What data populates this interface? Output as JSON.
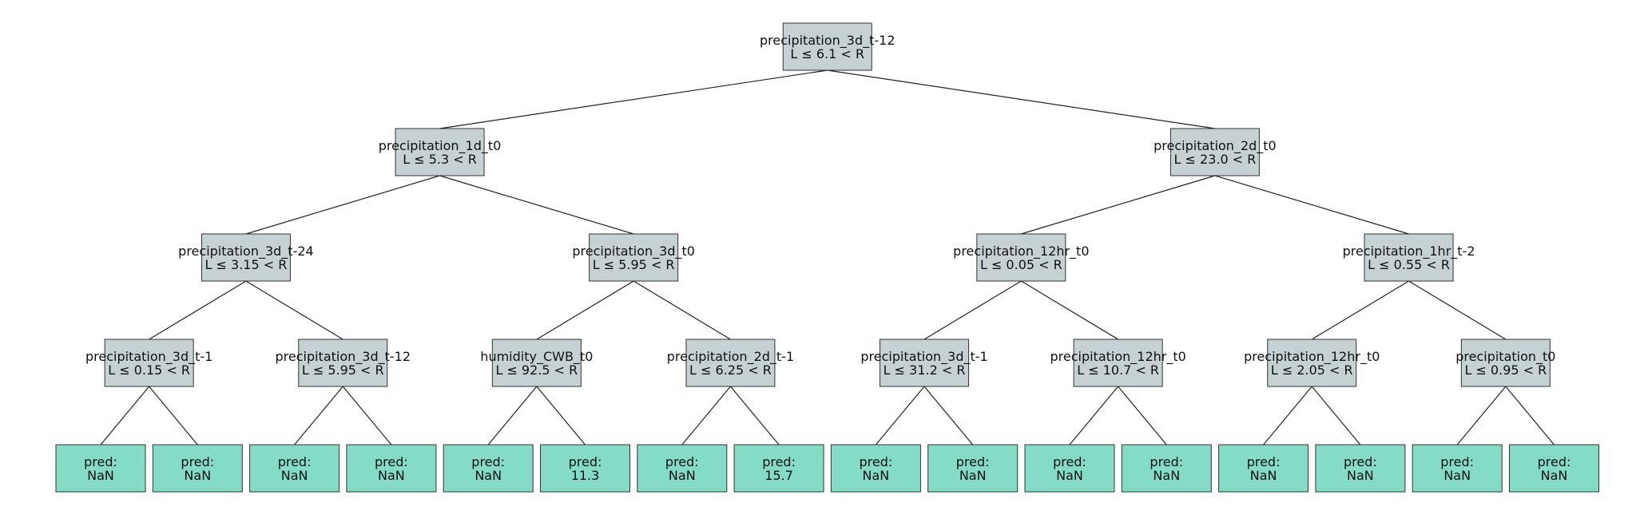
{
  "tree": {
    "nodes": [
      {
        "feature": "precipitation_3d_t-12",
        "rule": "L ≤ 6.1 < R"
      },
      {
        "feature": "precipitation_1d_t0",
        "rule": "L ≤ 5.3 < R"
      },
      {
        "feature": "precipitation_2d_t0",
        "rule": "L ≤ 23.0 < R"
      },
      {
        "feature": "precipitation_3d_t-24",
        "rule": "L ≤ 3.15 < R"
      },
      {
        "feature": "precipitation_3d_t0",
        "rule": "L ≤ 5.95 < R"
      },
      {
        "feature": "precipitation_12hr_t0",
        "rule": "L ≤ 0.05 < R"
      },
      {
        "feature": "precipitation_1hr_t-2",
        "rule": "L ≤ 0.55 < R"
      },
      {
        "feature": "precipitation_3d_t-1",
        "rule": "L ≤ 0.15 < R"
      },
      {
        "feature": "precipitation_3d_t-12",
        "rule": "L ≤ 5.95 < R"
      },
      {
        "feature": "humidity_CWB_t0",
        "rule": "L ≤ 92.5 < R"
      },
      {
        "feature": "precipitation_2d_t-1",
        "rule": "L ≤ 6.25 < R"
      },
      {
        "feature": "precipitation_3d_t-1",
        "rule": "L ≤ 31.2 < R"
      },
      {
        "feature": "precipitation_12hr_t0",
        "rule": "L ≤ 10.7 < R"
      },
      {
        "feature": "precipitation_12hr_t0",
        "rule": "L ≤ 2.05 < R"
      },
      {
        "feature": "precipitation_t0",
        "rule": "L ≤ 0.95 < R"
      }
    ],
    "leaf_label": "pred:",
    "leaves": [
      "NaN",
      "NaN",
      "NaN",
      "NaN",
      "NaN",
      "11.3",
      "NaN",
      "15.7",
      "NaN",
      "NaN",
      "NaN",
      "NaN",
      "NaN",
      "NaN",
      "NaN",
      "NaN"
    ],
    "colors": {
      "split_node": "#c5d1d3",
      "leaf_node": "#84dbc6",
      "edge": "#222222"
    }
  }
}
